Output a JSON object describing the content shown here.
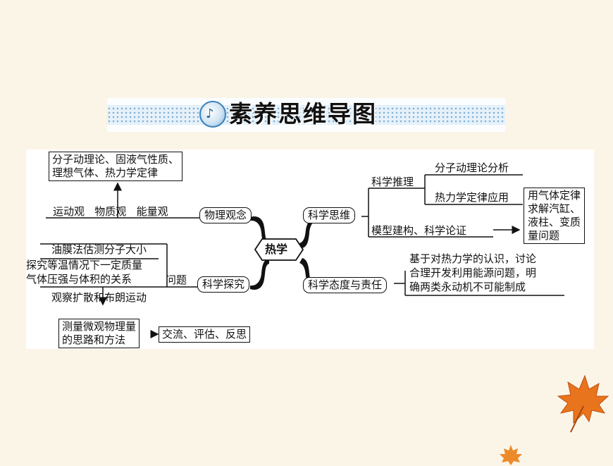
{
  "banner": {
    "title": "素养思维导图",
    "icon": "guitar-student-icon"
  },
  "center": {
    "label": "热学"
  },
  "left": {
    "physics_concept": {
      "label": "物理观念",
      "views": "运动观   物质观   能量观",
      "result": [
        "分子动理论、固液气性质、",
        "理想气体、热力学定律"
      ]
    },
    "science_inquiry": {
      "label": "科学探究",
      "problem_label": "问题",
      "items": [
        "油膜法估测分子大小",
        "探究等温情况下一定质量",
        "气体压强与体积的关系",
        "观察扩散和布朗运动"
      ],
      "method": [
        "测量微观物理量",
        "的思路和方法"
      ],
      "reflection": "交流、评估、反思"
    }
  },
  "right": {
    "science_thinking": {
      "label": "科学思维",
      "reasoning": {
        "label": "科学推理",
        "items": [
          "分子动理论分析",
          "热力学定律应用"
        ]
      },
      "modeling": {
        "label": "模型建构、科学论证"
      },
      "application": [
        "用气体定律",
        "求解汽缸、",
        "液柱、变质",
        "量问题"
      ]
    },
    "attitude": {
      "label": "科学态度与责任",
      "text": [
        "基于对热力学的认识，讨论",
        "合理开发利用能源问题，明",
        "确两类永动机不可能制成"
      ]
    }
  },
  "colors": {
    "background": "#fbf5e8",
    "banner": "#e6f1fa",
    "leaf": "#e8741e"
  }
}
